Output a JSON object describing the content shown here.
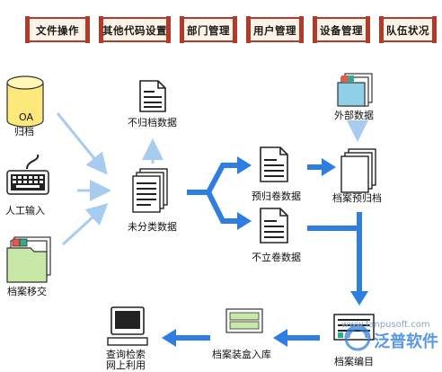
{
  "menu": {
    "items": [
      {
        "label": "文件操作"
      },
      {
        "label": "其他代码设置"
      },
      {
        "label": "部门管理"
      },
      {
        "label": "用户管理"
      },
      {
        "label": "设备管理"
      },
      {
        "label": "队伍状况"
      }
    ]
  },
  "nodes": {
    "oa_db": {
      "line1": "OA",
      "line2": "归档"
    },
    "manual_input": "人工输入",
    "transfer": "档案移交",
    "not_archived": "不归档数据",
    "unclassified": "未分类数据",
    "pre_volume": "预归卷数据",
    "no_volume": "不立卷数据",
    "external": "外部数据",
    "pre_archive": "档案预归档",
    "catalog": "档案编目",
    "boxing": "档案装盒入库",
    "query": "查询检索",
    "online": "网上利用"
  },
  "watermark": {
    "site": "www.fanpusoft.com",
    "brand": "泛普软件"
  },
  "colors": {
    "arrow_light": "#a8ccf0",
    "arrow_dark": "#2f7de1",
    "scroll_fill": "#fdf3e6",
    "scroll_edge": "#b23a2a"
  }
}
